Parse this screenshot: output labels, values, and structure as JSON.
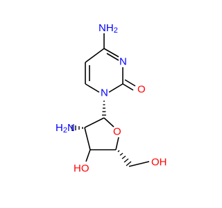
{
  "colors": {
    "carbon_bond": "#000000",
    "nitrogen": "#0000ff",
    "oxygen": "#ff0000"
  },
  "labels": {
    "amine_top": {
      "main": "N",
      "sub": "H",
      "subscript": "2"
    },
    "ring_n_right": "N",
    "ring_n_bottom": "N",
    "carbonyl_o": "O",
    "amine_left": {
      "main": "N",
      "sub": "H",
      "subscript": "2"
    },
    "ring_o": "O",
    "hydroxyl_left": "HO",
    "hydroxyl_right": "OH"
  }
}
